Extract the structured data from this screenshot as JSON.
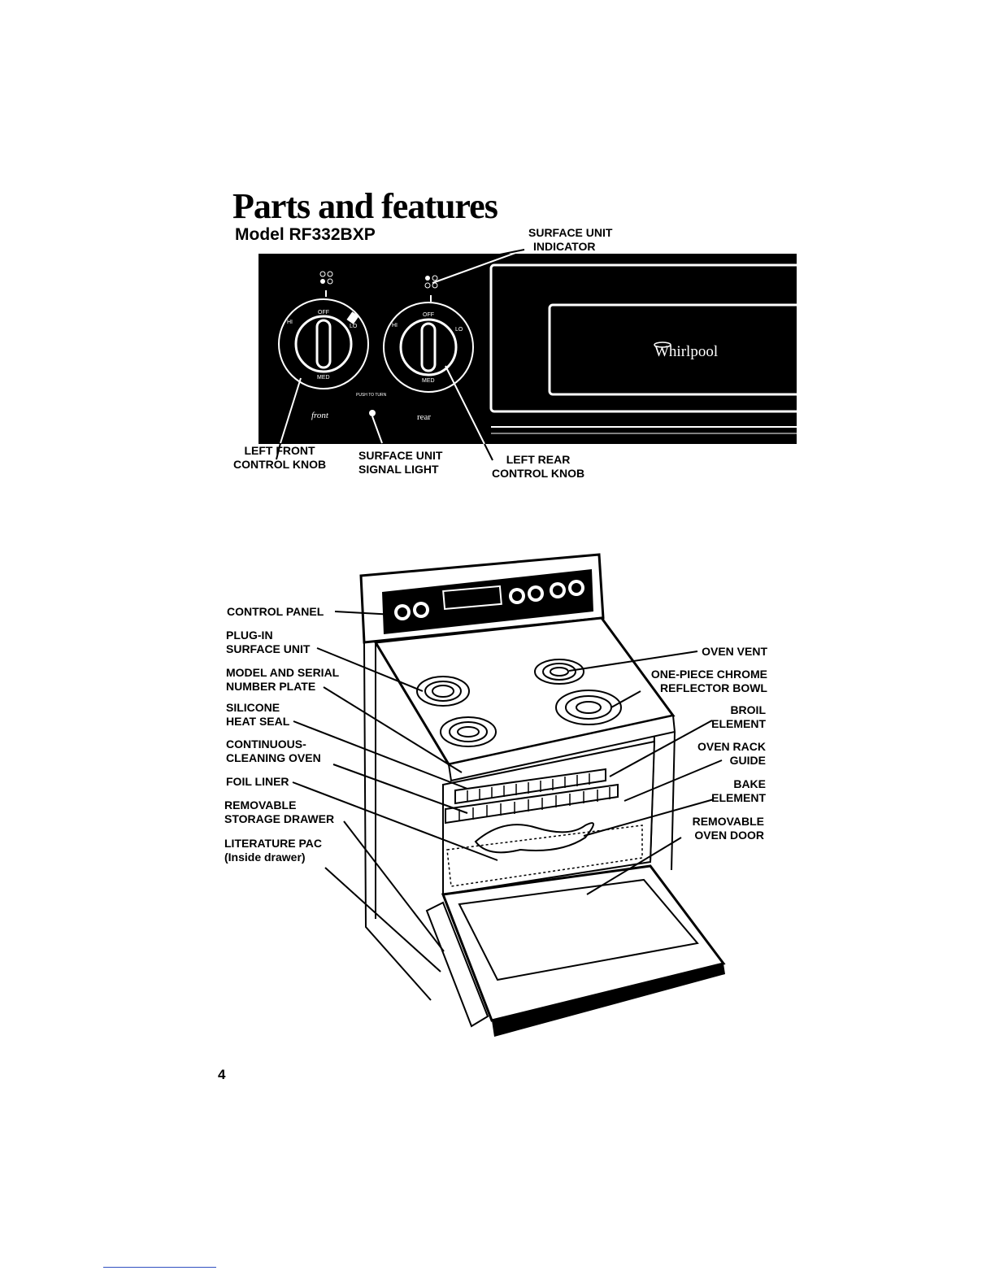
{
  "page": {
    "title": "Parts and features",
    "model": "Model RF332BXP",
    "page_number": "4"
  },
  "control_panel": {
    "brand_logo": "Whirlpool",
    "knob_dial_text": [
      "OFF",
      "LO",
      "HI",
      "MED"
    ],
    "push_to_turn": "PUSH TO TURN",
    "left_knob_caption": "front",
    "right_knob_caption": "rear",
    "callouts": {
      "surface_unit_indicator": [
        "SURFACE UNIT",
        "INDICATOR"
      ],
      "left_front_control_knob": [
        "LEFT FRONT",
        "CONTROL KNOB"
      ],
      "surface_unit_signal_light": [
        "SURFACE UNIT",
        "SIGNAL LIGHT"
      ],
      "left_rear_control_knob": [
        "LEFT REAR",
        "CONTROL KNOB"
      ]
    }
  },
  "range": {
    "left_callouts": {
      "control_panel": [
        "CONTROL PANEL"
      ],
      "plug_in_surface_unit": [
        "PLUG-IN",
        "SURFACE UNIT"
      ],
      "model_serial_plate": [
        "MODEL AND SERIAL",
        "NUMBER PLATE"
      ],
      "silicone_heat_seal": [
        "SILICONE",
        "HEAT SEAL"
      ],
      "continuous_cleaning_oven": [
        "CONTINUOUS-",
        "CLEANING OVEN"
      ],
      "foil_liner": [
        "FOIL LINER"
      ],
      "removable_storage_drawer": [
        "REMOVABLE",
        "STORAGE DRAWER"
      ],
      "literature_pac": [
        "LITERATURE PAC",
        "(Inside drawer)"
      ]
    },
    "right_callouts": {
      "oven_vent": [
        "OVEN VENT"
      ],
      "chrome_reflector_bowl": [
        "ONE-PIECE CHROME",
        "REFLECTOR BOWL"
      ],
      "broil_element": [
        "BROIL",
        "ELEMENT"
      ],
      "oven_rack_guide": [
        "OVEN RACK",
        "GUIDE"
      ],
      "bake_element": [
        "BAKE",
        "ELEMENT"
      ],
      "removable_oven_door": [
        "REMOVABLE",
        "OVEN DOOR"
      ]
    }
  }
}
